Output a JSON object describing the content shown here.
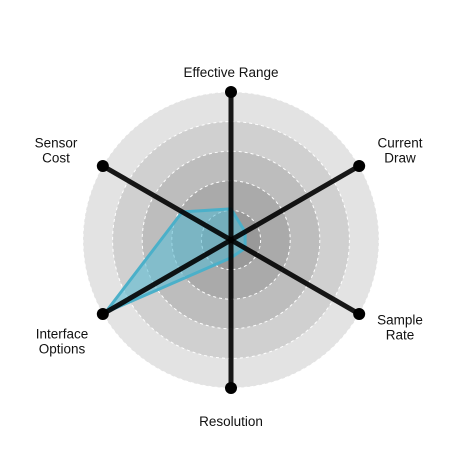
{
  "chart_data": {
    "type": "radar",
    "axes": [
      {
        "label": [
          "Effective Range"
        ],
        "value": 0.21
      },
      {
        "label": [
          "Current",
          "Draw"
        ],
        "value": 0.11
      },
      {
        "label": [
          "Sample",
          "Rate"
        ],
        "value": 0.11
      },
      {
        "label": [
          "Resolution"
        ],
        "value": 0.12
      },
      {
        "label": [
          "Interface",
          "Options"
        ],
        "value": 0.98
      },
      {
        "label": [
          "Sensor",
          "Cost"
        ],
        "value": 0.38
      }
    ],
    "range": [
      0,
      1
    ],
    "rings": 5,
    "grid": true,
    "colors": {
      "fill": "#5bbcd3",
      "stroke": "#4bb0c9",
      "spoke": "#000000",
      "ring_shades": [
        "#e3e3e3",
        "#d0d0d0",
        "#bdbdbd",
        "#aaaaaa",
        "#999999"
      ]
    }
  }
}
